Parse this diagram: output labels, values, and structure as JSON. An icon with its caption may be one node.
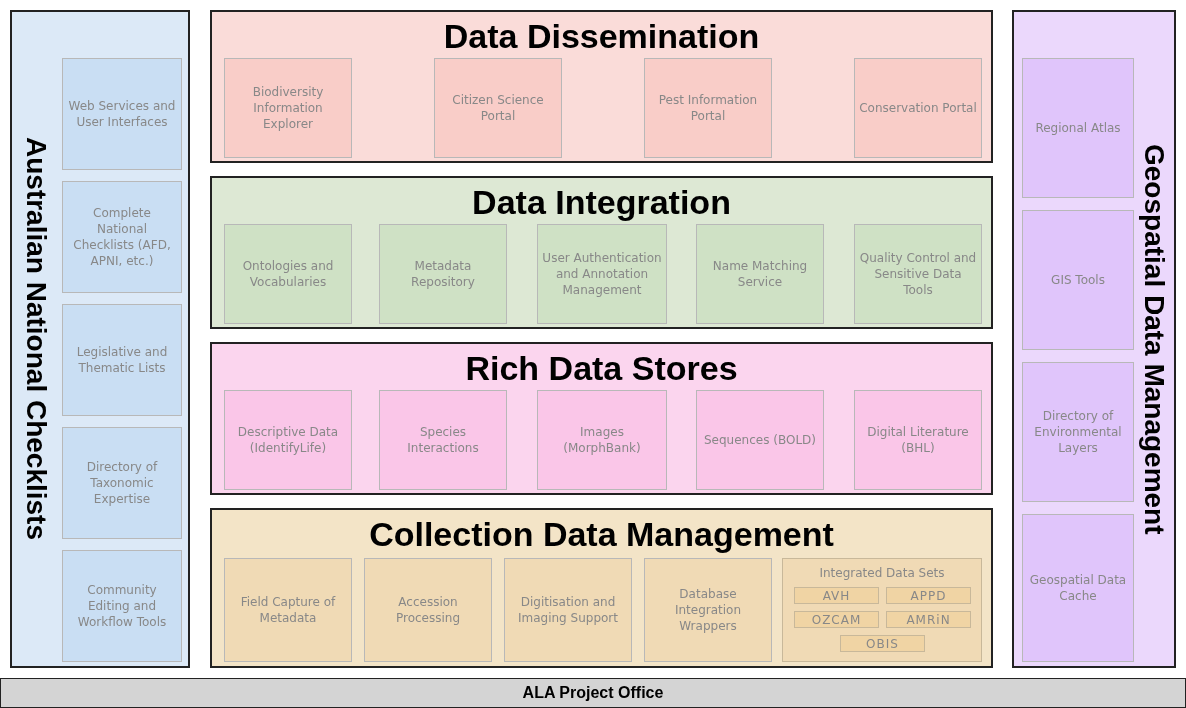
{
  "diagram": {
    "nodes": [
      {
        "text": [
          "Australian National Checklists"
        ]
      },
      {
        "text": [
          "Web Services and User Interfaces"
        ],
        "in": 0
      },
      {
        "text": [
          "Complete National Checklists (AFD, APNI, etc.)"
        ],
        "in": 0
      },
      {
        "text": [
          "Legislative and Thematic Lists"
        ],
        "in": 0
      },
      {
        "text": [
          "Directory of Taxonomic Expertise"
        ],
        "in": 0
      },
      {
        "text": [
          "Community Editing and Workflow Tools"
        ],
        "in": 0
      },
      {
        "text": [
          "Data Dissemination"
        ]
      },
      {
        "text": [
          "Biodiversity Information Explorer"
        ],
        "in": 6
      },
      {
        "text": [
          "Citizen Science Portal"
        ],
        "in": 6
      },
      {
        "text": [
          "Pest Information Portal"
        ],
        "in": 6
      },
      {
        "text": [
          "Conservation Portal"
        ],
        "in": 6
      },
      {
        "text": [
          "Data Integration"
        ]
      },
      {
        "text": [
          "Ontologies and Vocabularies"
        ],
        "in": 11
      },
      {
        "text": [
          "Metadata Repository"
        ],
        "in": 11
      },
      {
        "text": [
          "User Authentication and Annotation Management"
        ],
        "in": 11
      },
      {
        "text": [
          "Name Matching Service"
        ],
        "in": 11
      },
      {
        "text": [
          "Quality Control and Sensitive Data Tools"
        ],
        "in": 11
      },
      {
        "text": [
          "Rich Data Stores"
        ]
      },
      {
        "text": [
          "Descriptive Data (IdentifyLife)"
        ],
        "in": 17
      },
      {
        "text": [
          "Species Interactions"
        ],
        "in": 17
      },
      {
        "text": [
          "Images (MorphBank)"
        ],
        "in": 17
      },
      {
        "text": [
          "Sequences (BOLD)"
        ],
        "in": 17
      },
      {
        "text": [
          "Digital Literature (BHL)"
        ],
        "in": 17
      },
      {
        "text": [
          "Collection Data Management"
        ]
      },
      {
        "text": [
          "Field Capture of Metadata"
        ],
        "in": 23
      },
      {
        "text": [
          "Accession Processing"
        ],
        "in": 23
      },
      {
        "text": [
          "Digitisation and Imaging Support"
        ],
        "in": 23
      },
      {
        "text": [
          "Database Integration Wrappers"
        ],
        "in": 23
      },
      {
        "text": [
          "Integrated Data Sets"
        ],
        "in": 23
      },
      {
        "text": [
          "AVH"
        ],
        "in": 28
      },
      {
        "text": [
          "APPD"
        ],
        "in": 28
      },
      {
        "text": [
          "OZCAM"
        ],
        "in": 28
      },
      {
        "text": [
          "AMRiN"
        ],
        "in": 28
      },
      {
        "text": [
          "OBIS"
        ],
        "in": 28
      },
      {
        "text": [
          "Geospatial Data Management"
        ]
      },
      {
        "text": [
          "Regional Atlas"
        ],
        "in": 34
      },
      {
        "text": [
          "GIS Tools"
        ],
        "in": 34
      },
      {
        "text": [
          "Directory of Environmental Layers"
        ],
        "in": 34
      },
      {
        "text": [
          "Geospatial Data Cache"
        ],
        "in": 34
      },
      {
        "text": [
          "ALA Project Office"
        ]
      }
    ]
  }
}
